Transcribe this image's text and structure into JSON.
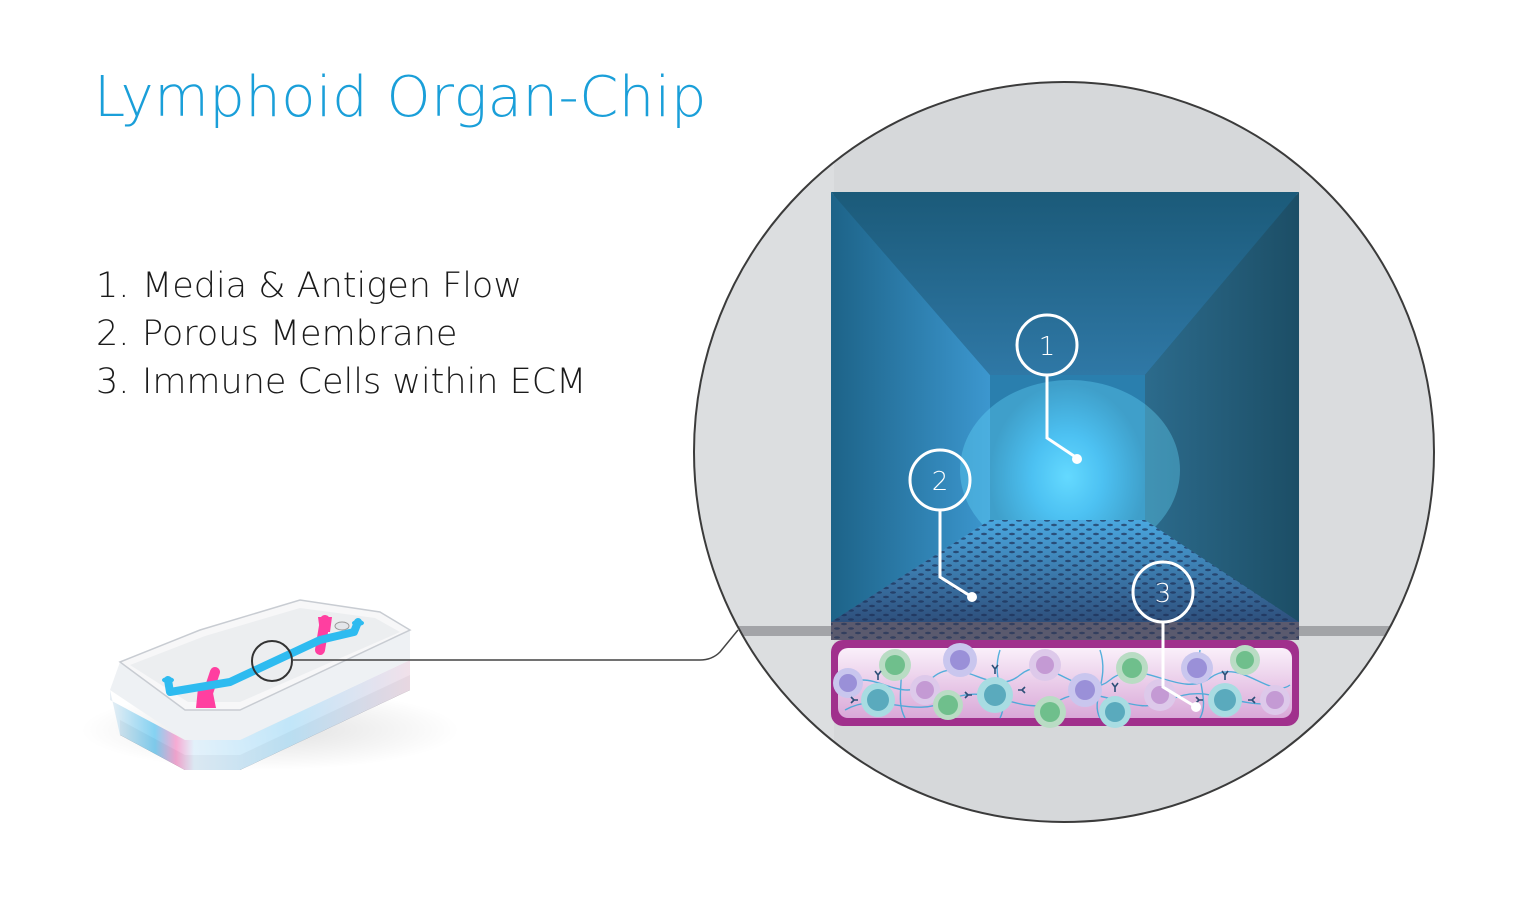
{
  "title": "Lymphoid Organ-Chip",
  "legend": {
    "items": [
      {
        "number": "1.",
        "label": "Media & Antigen Flow"
      },
      {
        "number": "2.",
        "label": "Porous Membrane"
      },
      {
        "number": "3.",
        "label": "Immune Cells within ECM"
      }
    ]
  },
  "callouts": [
    {
      "number": "1",
      "target": "Media & Antigen Flow"
    },
    {
      "number": "2",
      "target": "Porous Membrane"
    },
    {
      "number": "3",
      "target": "Immune Cells within ECM"
    }
  ],
  "colors": {
    "title": "#1a9fd9",
    "channel_dark": "#1c5a78",
    "channel_glow": "#5fd3ff",
    "ecm_border": "#a0308c",
    "ecm_fill": "#f0dcef",
    "fiber": "#3aa7d8",
    "cell_green": "#6fbf8c",
    "cell_purple": "#9a90d8",
    "cell_teal": "#5aaabd",
    "chip_blue": "#2ebbf0",
    "chip_pink": "#ff3fa0",
    "background_zoom": "#d6d8da"
  }
}
